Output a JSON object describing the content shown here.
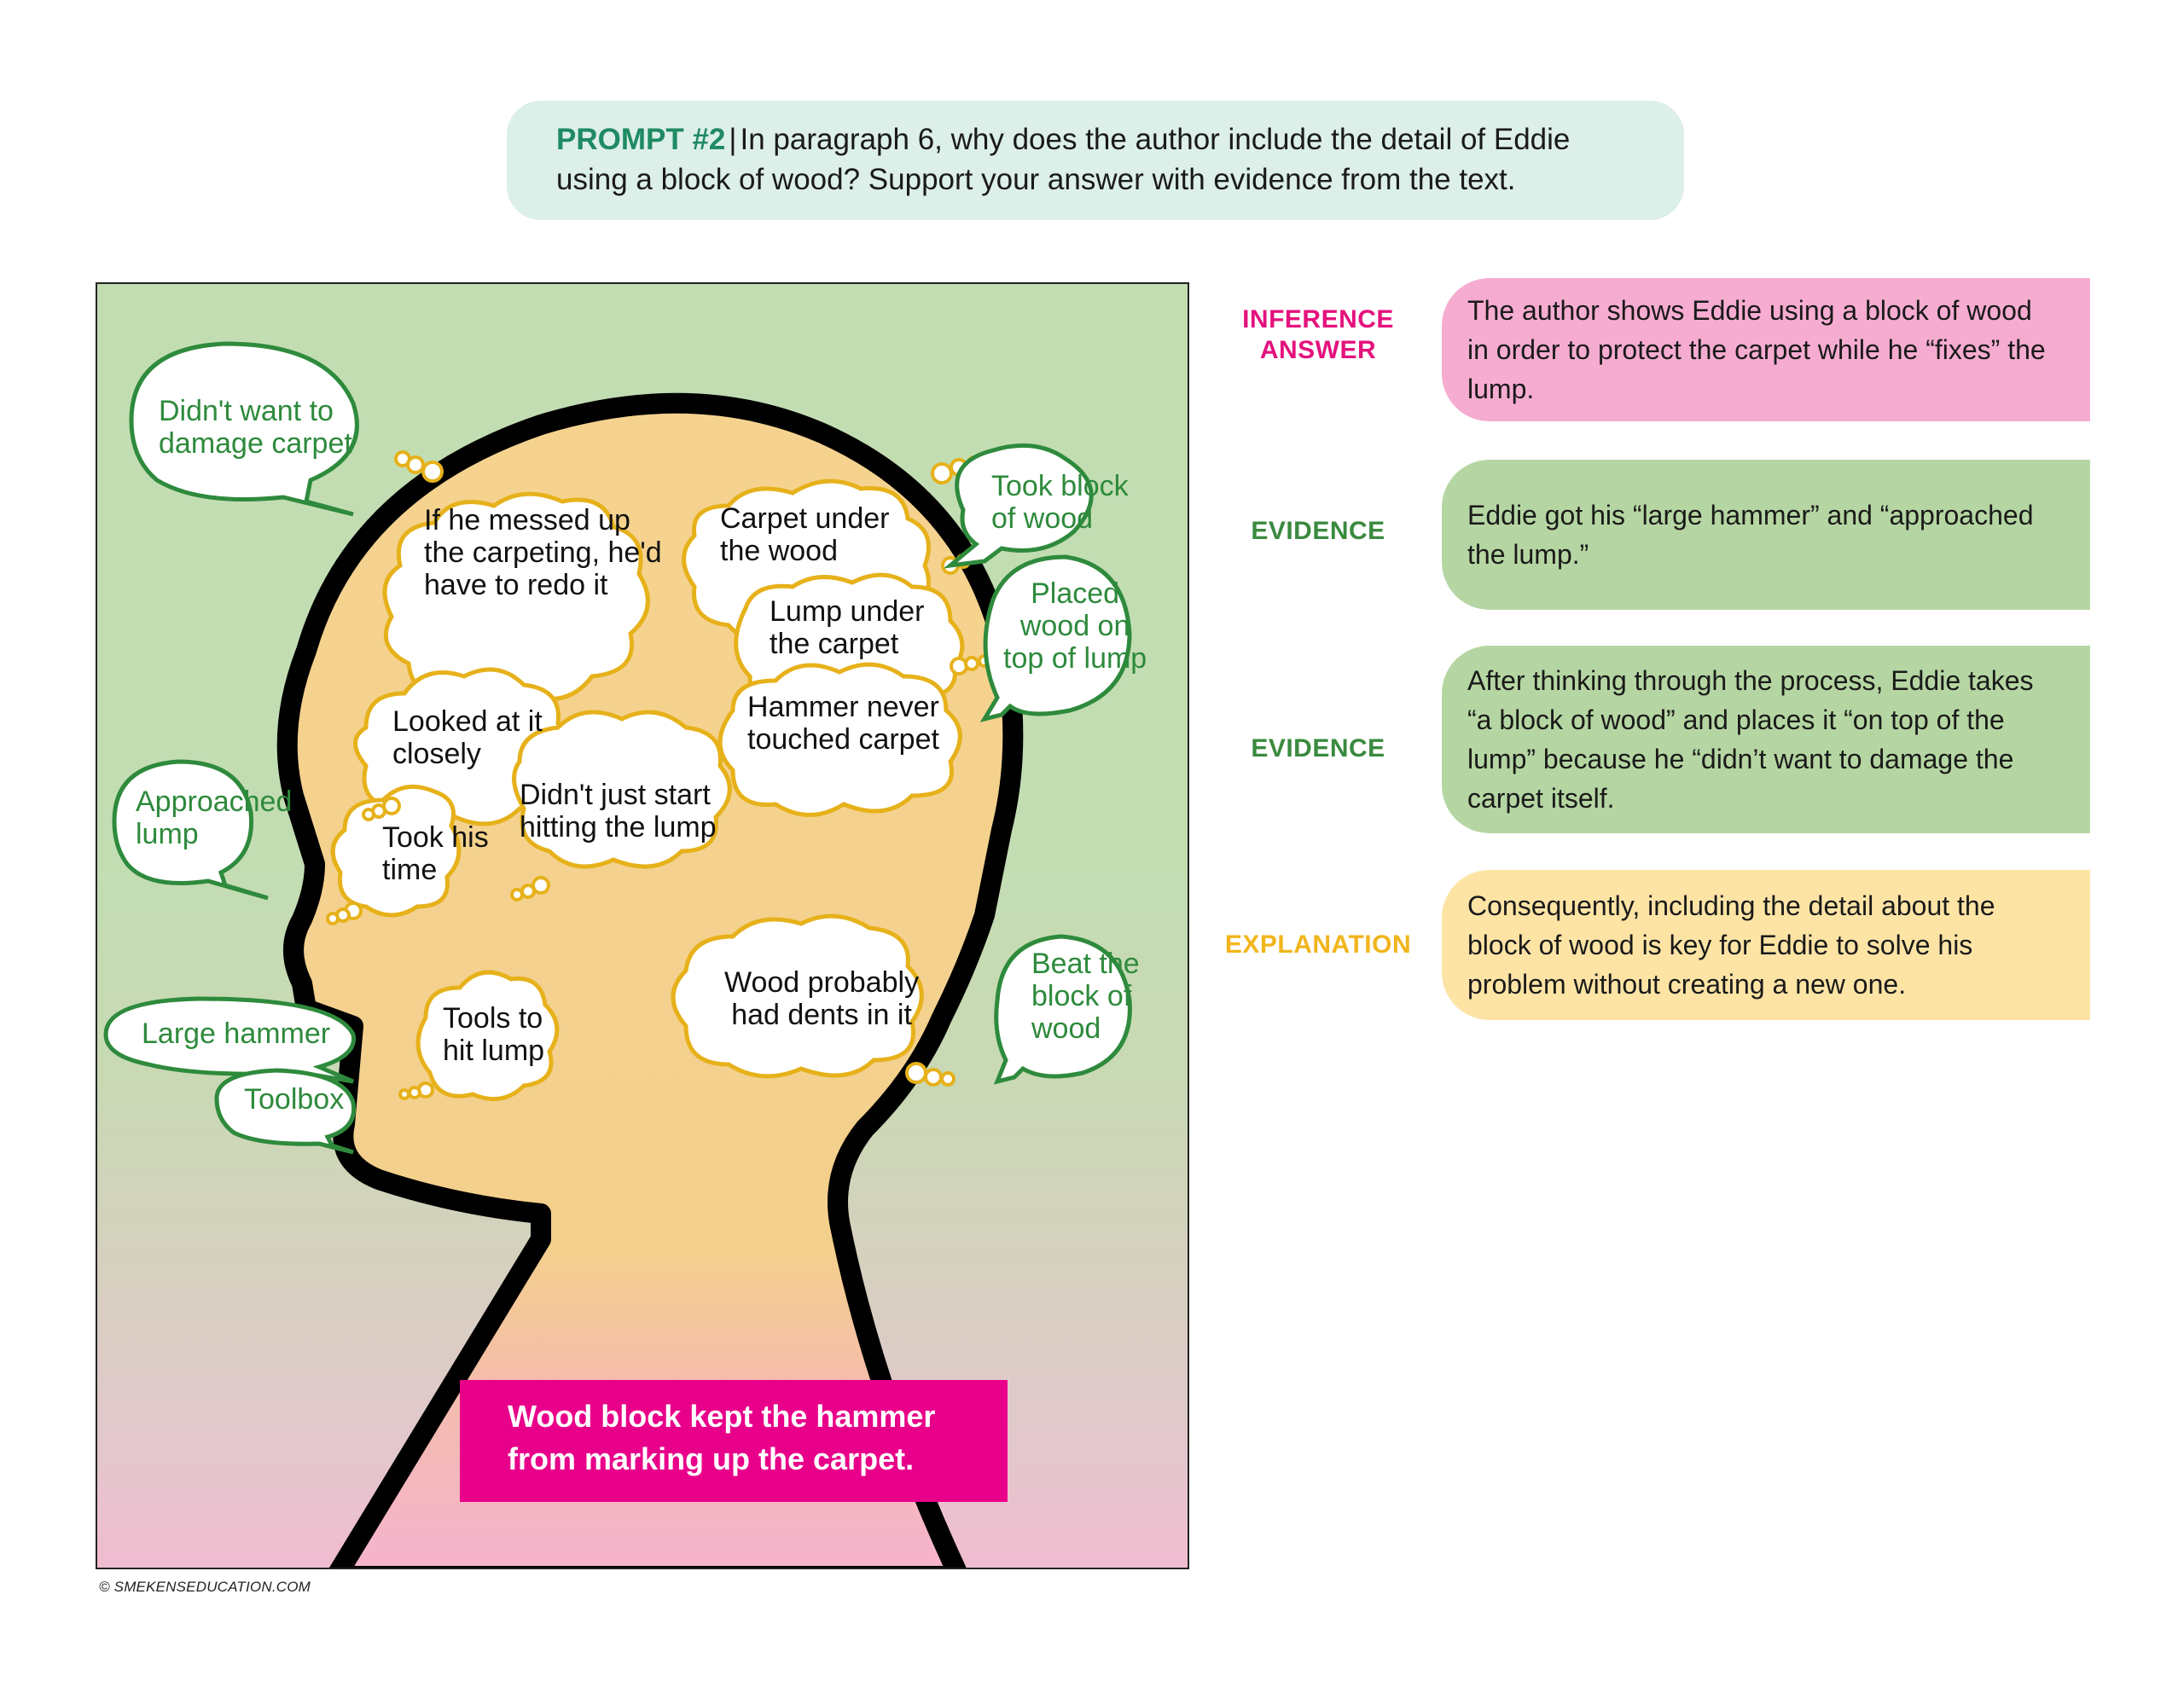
{
  "prompt": {
    "label": "PROMPT #2",
    "separator": "|",
    "text": "In paragraph 6, why does the author include the detail of Eddie using a block of wood? Support your answer with evidence from the text."
  },
  "diagram": {
    "thoughts": [
      {
        "id": "redo",
        "lines": [
          "If he messed up",
          "the carpeting, he'd",
          "have to redo it"
        ]
      },
      {
        "id": "carpet-under-wood",
        "lines": [
          "Carpet under",
          "the wood"
        ]
      },
      {
        "id": "lump-under-carpet",
        "lines": [
          "Lump under",
          "the carpet"
        ]
      },
      {
        "id": "hammer-never",
        "lines": [
          "Hammer never",
          "touched carpet"
        ]
      },
      {
        "id": "looked-closely",
        "lines": [
          "Looked at it",
          "closely"
        ]
      },
      {
        "id": "didnt-just-start",
        "lines": [
          "Didn't just start",
          "hitting the lump"
        ]
      },
      {
        "id": "took-time",
        "lines": [
          "Took his",
          "time"
        ]
      },
      {
        "id": "tools",
        "lines": [
          "Tools to",
          "hit lump"
        ]
      },
      {
        "id": "dents",
        "lines": [
          "Wood probably",
          "had dents in it"
        ]
      }
    ],
    "speech": [
      {
        "id": "didnt-want",
        "lines": [
          "Didn't want to",
          "damage carpet"
        ]
      },
      {
        "id": "took-block",
        "lines": [
          "Took block",
          "of wood"
        ]
      },
      {
        "id": "placed-wood",
        "lines": [
          "Placed",
          "wood on",
          "top of lump"
        ]
      },
      {
        "id": "approached",
        "lines": [
          "Approached",
          "lump"
        ]
      },
      {
        "id": "large-hammer",
        "lines": [
          "Large hammer"
        ]
      },
      {
        "id": "toolbox",
        "lines": [
          "Toolbox"
        ]
      },
      {
        "id": "beat-block",
        "lines": [
          "Beat the",
          "block of",
          "wood"
        ]
      }
    ],
    "conclusion": [
      "Wood block kept the hammer",
      "from marking up the carpet."
    ]
  },
  "copyright": "© SMEKENSEDUCATION.COM",
  "rows": [
    {
      "label": [
        "INFERENCE",
        "ANSWER"
      ],
      "color": "#e5127d",
      "bg": "#f6acd0",
      "text": "The author shows Eddie using a block of wood in order to protect the carpet while he “fixes” the lump."
    },
    {
      "label": [
        "EVIDENCE"
      ],
      "color": "#3a8a3f",
      "bg": "#b5d6a2",
      "text": "Eddie got his “large hammer” and “approached the lump.”"
    },
    {
      "label": [
        "EVIDENCE"
      ],
      "color": "#3a8a3f",
      "bg": "#b5d6a2",
      "text": "After thinking through the process, Eddie takes “a block of wood” and places it “on top of the lump” because he “didn’t want to damage the carpet itself."
    },
    {
      "label": [
        "EXPLANATION"
      ],
      "color": "#f1b51c",
      "bg": "#fde4a5",
      "text": "Consequently, including the detail about the block of wood is key for Eddie to solve his problem without creating a new one."
    }
  ]
}
